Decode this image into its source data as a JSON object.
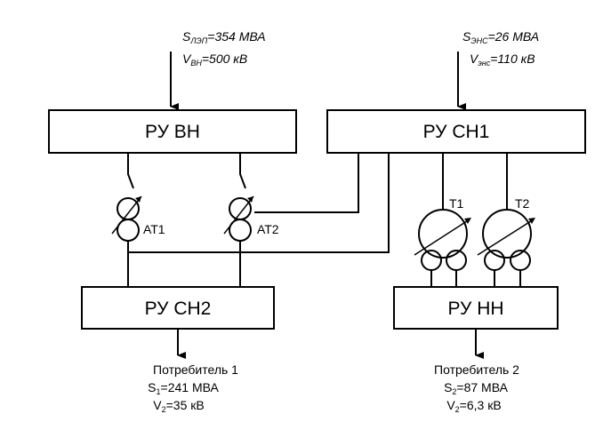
{
  "boxes": {
    "ru_vn": "РУ ВН",
    "ru_sn1": "РУ СН1",
    "ru_sn2": "РУ СН2",
    "ru_nn": "РУ НН"
  },
  "inputs": {
    "left": {
      "s_sym": "S",
      "s_sub": "ЛЭП",
      "s_val": "=354 МВА",
      "v_sym": "V",
      "v_sub": "ВН",
      "v_val": "=500 кВ"
    },
    "right": {
      "s_sym": "S",
      "s_sub": "ЭНС",
      "s_val": "=26 МВА",
      "v_sym": "V",
      "v_sub": "энс",
      "v_val": "=110 кВ"
    }
  },
  "transformers": {
    "at1": "АТ1",
    "at2": "АТ2",
    "t1": "Т1",
    "t2": "Т2"
  },
  "consumers": {
    "c1": {
      "title": "Потребитель 1",
      "s_sym": "S",
      "s_sub": "1",
      "s_val": "=241 МВА",
      "v_sym": "V",
      "v_sub": "2",
      "v_val": "=35 кВ"
    },
    "c2": {
      "title": "Потребитель 2",
      "s_sym": "S",
      "s_sub": "2",
      "s_val": "=87 МВА",
      "v_sym": "V",
      "v_sub": "2",
      "v_val": "=6,3 кВ"
    }
  }
}
